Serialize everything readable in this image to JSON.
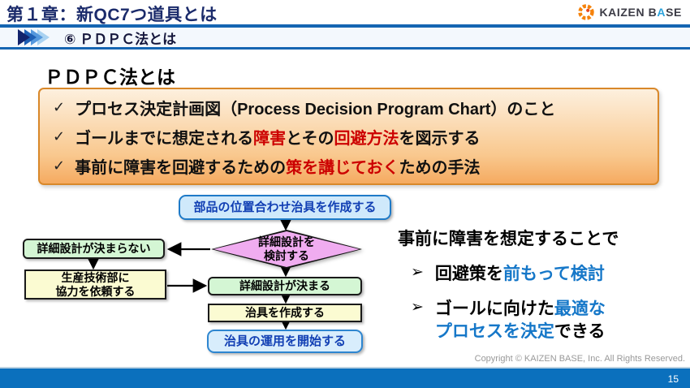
{
  "header": {
    "title": "第１章：新QC7つ道具とは",
    "logo": {
      "left": "KAIZEN B",
      "accent": "A",
      "right": "SE"
    }
  },
  "banner": {
    "label": "⑥ ＰＤＰＣ法とは"
  },
  "main": {
    "title": "ＰＤＰＣ法とは",
    "orange_box": {
      "check_glyph": "✓",
      "bullets": [
        {
          "segments": {
            "s0": "プロセス決定計画図（Process Decision Program Chart）のこと"
          }
        },
        {
          "segments": {
            "s0": "ゴールまでに想定される",
            "s1": "障害",
            "s2": "とその",
            "s3": "回避方法",
            "s4": "を図示する"
          }
        },
        {
          "segments": {
            "s0": "事前に障害を回避するための",
            "s1": "策を講じておく",
            "s2": "ための手法"
          }
        }
      ]
    }
  },
  "flowchart": {
    "nodes": {
      "start": "部品の位置合わせ治具を作成する",
      "decision": "詳細設計を\n検討する",
      "fail": "詳細設計が決まらない",
      "request": "生産技術部に\n協力を依頼する",
      "decided": "詳細設計が決まる",
      "create": "治具を作成する",
      "operate": "治具の運用を開始する"
    }
  },
  "right_panel": {
    "heading": "事前に障害を想定することで",
    "bullet_glyph": "➢",
    "items": [
      {
        "segments": {
          "s0": "回避策を",
          "s1": "前もって検討"
        }
      },
      {
        "segments": {
          "s0": "ゴールに向けた",
          "s1": "最適な",
          "s2": "プロセスを決定",
          "s3": "できる"
        }
      }
    ]
  },
  "footer": {
    "copyright": "Copyright ©  KAIZEN BASE, Inc.  All Rights Reserved.",
    "page_number": "15"
  },
  "colors": {
    "header_navy": "#1b2b6b",
    "banner_blue": "#1565b2",
    "accent_red": "#cc0000",
    "accent_blue": "#1577c8",
    "orange_border": "#d9882a",
    "node_blue_fill": "#cfe9fb",
    "node_green_fill": "#d4f6d4",
    "node_yellow_fill": "#fbfbd2",
    "node_pink_fill": "#f0acf0",
    "footer_blue": "#0b70bd",
    "logo_orange": "#f5820b",
    "logo_accent_blue": "#2ba3dc"
  }
}
